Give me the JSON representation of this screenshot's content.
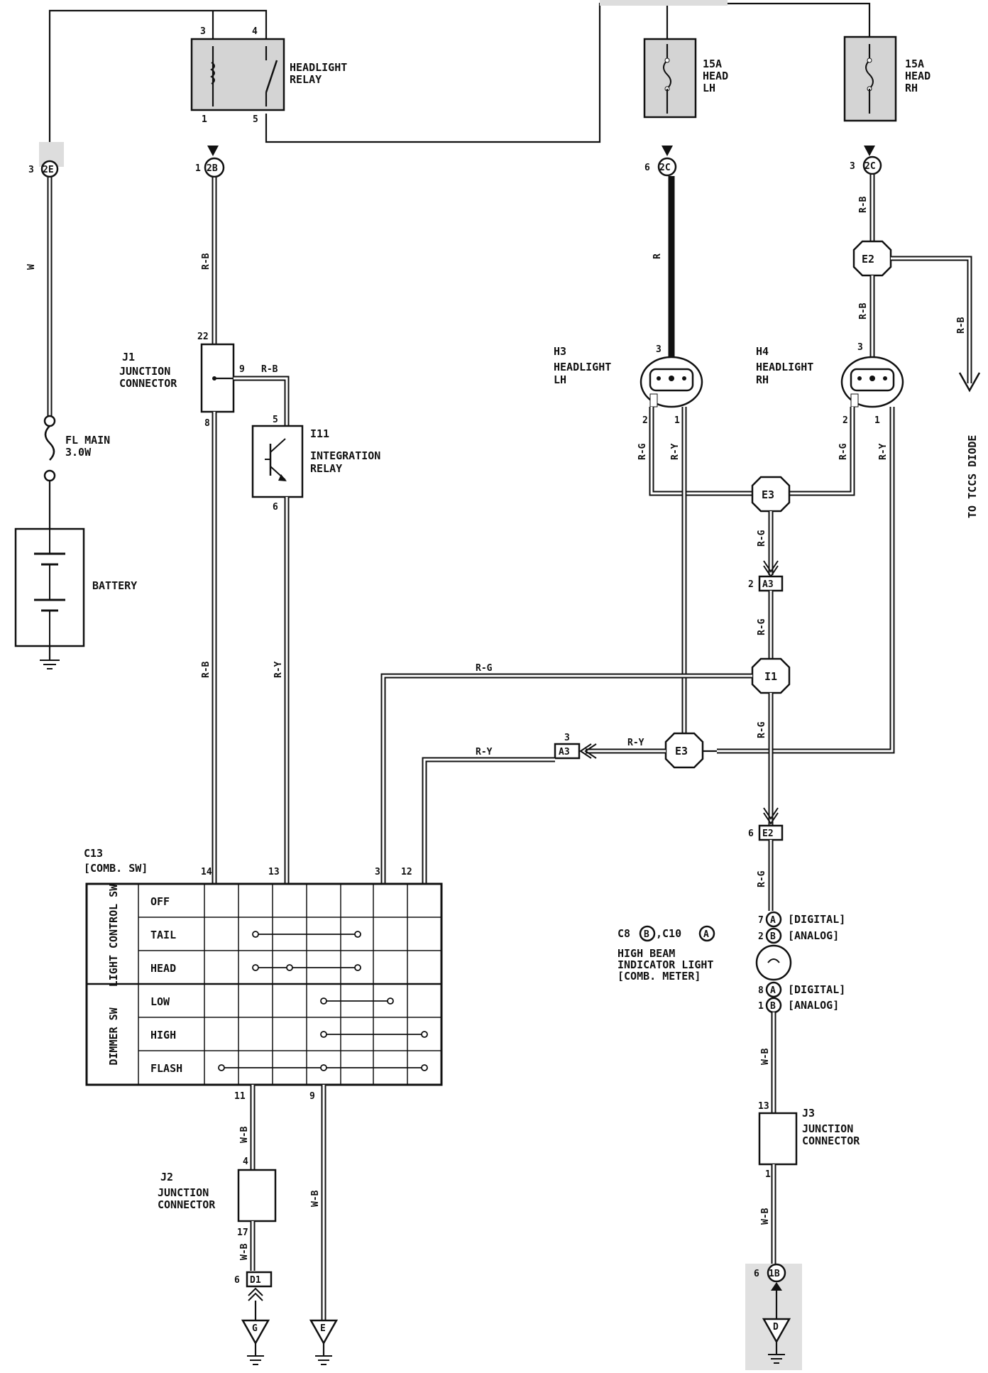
{
  "connectors": {
    "c2e": {
      "pin": "3",
      "id": "2E"
    },
    "c2b": {
      "pin": "1",
      "id": "2B"
    },
    "c2c_lh": {
      "pin": "6",
      "id": "2C"
    },
    "c2c_rh": {
      "pin": "3",
      "id": "2C"
    },
    "a3_top": {
      "pin": "2",
      "id": "A3"
    },
    "a3_mid": {
      "pin": "3",
      "id": "A3"
    },
    "e2_bottom": {
      "pin": "6",
      "id": "E2"
    },
    "d1": {
      "pin": "6",
      "id": "D1"
    },
    "b1": {
      "pin": "6",
      "id": "1B"
    }
  },
  "splices": {
    "e2": "E2",
    "e3_top": "E3",
    "i1": "I1",
    "e3_bottom": "E3"
  },
  "headlight_relay": {
    "label_1": "HEADLIGHT",
    "label_2": "RELAY",
    "pin3": "3",
    "pin4": "4",
    "pin1": "1",
    "pin5": "5"
  },
  "fuse_lh": {
    "label_1": "15A",
    "label_2": "HEAD",
    "label_3": "LH"
  },
  "fuse_rh": {
    "label_1": "15A",
    "label_2": "HEAD",
    "label_3": "RH"
  },
  "fusible_link": {
    "label_1": "FL MAIN",
    "label_2": "3.0W"
  },
  "battery": {
    "label": "BATTERY"
  },
  "j1": {
    "id": "J1",
    "label_1": "JUNCTION",
    "label_2": "CONNECTOR",
    "pin22": "22",
    "pin9": "9",
    "pin8": "8"
  },
  "i11": {
    "id": "I11",
    "label_1": "INTEGRATION",
    "label_2": "RELAY",
    "pin5": "5",
    "pin6": "6"
  },
  "h3": {
    "id": "H3",
    "label_1": "HEADLIGHT",
    "label_2": "LH",
    "pin3": "3",
    "pin2": "2",
    "pin1": "1"
  },
  "h4": {
    "id": "H4",
    "label_1": "HEADLIGHT",
    "label_2": "RH",
    "pin3": "3",
    "pin2": "2",
    "pin1": "1"
  },
  "tccs": {
    "label": "TO TCCS DIODE"
  },
  "wire_colors": {
    "w": "W",
    "rb": "R-B",
    "r": "R",
    "rg": "R-G",
    "ry": "R-Y",
    "wb": "W-B"
  },
  "c13": {
    "id": "C13",
    "label": "[COMB. SW]",
    "pins_top": [
      "14",
      "13",
      "3",
      "12"
    ],
    "pins_bottom": [
      "11",
      "9"
    ],
    "group_light": "LIGHT CONTROL SW",
    "group_dimmer": "DIMMER SW",
    "rows": [
      "OFF",
      "TAIL",
      "HEAD",
      "LOW",
      "HIGH",
      "FLASH"
    ]
  },
  "j2": {
    "id": "J2",
    "label_1": "JUNCTION",
    "label_2": "CONNECTOR",
    "pin4": "4",
    "pin17": "17"
  },
  "j3": {
    "id": "J3",
    "label_1": "JUNCTION",
    "label_2": "CONNECTOR",
    "pin13": "13",
    "pin1": "1"
  },
  "meter": {
    "title": "C8",
    "title_b": "B",
    "title_sep": ",C10",
    "title_a": "A",
    "label_1": "HIGH BEAM",
    "label_2": "INDICATOR LIGHT",
    "label_3": "[COMB. METER]",
    "pin7": "7",
    "pin2": "2",
    "pin8": "8",
    "pin1": "1",
    "a": "A",
    "b": "B",
    "digital": "[DIGITAL]",
    "analog": "[ANALOG]"
  },
  "grounds": {
    "g": "G",
    "e": "E",
    "d": "D"
  }
}
